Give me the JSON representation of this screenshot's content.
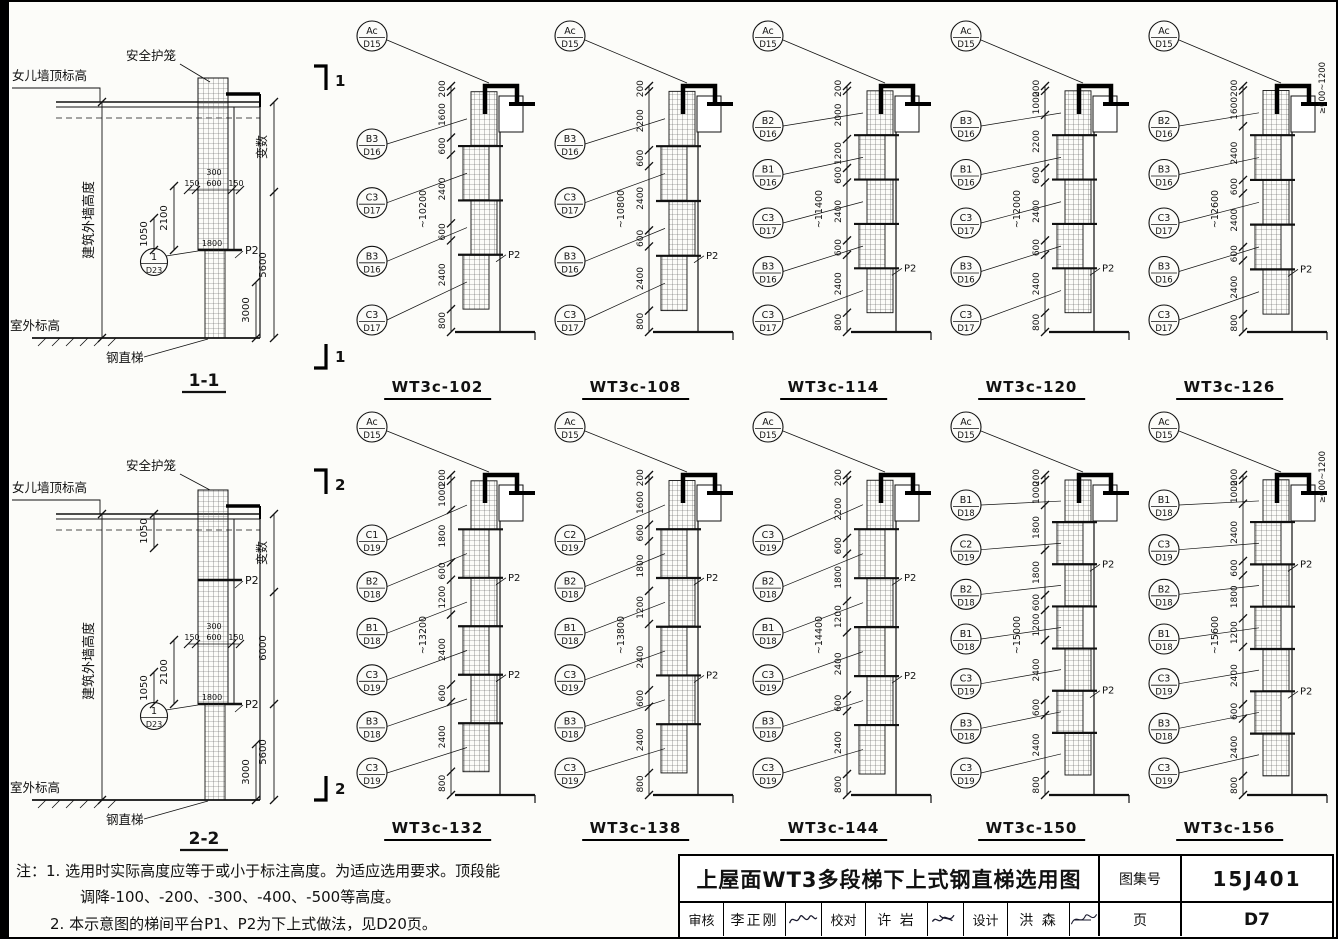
{
  "page": {
    "notes_prefix": "注：",
    "notes": [
      "1. 选用时实际高度应等于或小于标注高度。为适应选用要求。顶段能",
      "调降-100、-200、-300、-400、-500等高度。",
      "2. 本示意图的梯间平台P1、P2为下上式做法，见D20页。"
    ],
    "title_block": {
      "title": "上屋面WT3多段梯下上式钢直梯选用图",
      "atlas_label": "图集号",
      "atlas_no": "15J401",
      "page_label": "页",
      "page_no": "D7",
      "approvals": [
        {
          "role": "审核",
          "name": "李正刚"
        },
        {
          "role": "校对",
          "name": "许 岩"
        },
        {
          "role": "设计",
          "name": "洪 森"
        }
      ]
    }
  },
  "sections": [
    {
      "label": "1-1",
      "cut_number": "1",
      "texts": {
        "safety_cage": "安全护笼",
        "parapet_top": "女儿墙顶标高",
        "wall_height": "建筑外墙高度",
        "outdoor_level": "室外标高",
        "ladder": "钢直梯",
        "variable": "变数",
        "platform": "P2"
      },
      "detail_circle": {
        "num": "1",
        "sheet": "D23"
      },
      "dims": {
        "cage_top": "300",
        "side_a": "150",
        "mid": "600",
        "side_b": "150",
        "upper": "2100",
        "inner": "1050",
        "platform_width": "1800",
        "lower": "5600",
        "ground": "3000"
      }
    },
    {
      "label": "2-2",
      "cut_number": "2",
      "texts": {
        "safety_cage": "安全护笼",
        "parapet_top": "女儿墙顶标高",
        "wall_height": "建筑外墙高度",
        "outdoor_level": "室外标高",
        "ladder": "钢直梯",
        "variable": "变数",
        "platform": "P2"
      },
      "detail_circle": {
        "num": "1",
        "sheet": "D23"
      },
      "dims": {
        "parapet_offset": "1050",
        "cage_top": "300",
        "side_a": "150",
        "mid": "600",
        "side_b": "150",
        "upper": "2100",
        "inner": "1050",
        "platform_width": "1800",
        "mid_height": "6000",
        "lower": "5600",
        "ground": "3000"
      }
    }
  ],
  "diagrams": [
    {
      "model": "WT3c-102",
      "top_circle": {
        "code": "Ac",
        "sheet": "D15"
      },
      "circles": [
        {
          "code": "B3",
          "sheet": "D16"
        },
        {
          "code": "C3",
          "sheet": "D17"
        },
        {
          "code": "B3",
          "sheet": "D16"
        },
        {
          "code": "C3",
          "sheet": "D17"
        }
      ],
      "total": "~10200",
      "dims": [
        "200",
        "1600",
        "600",
        "2400",
        "600",
        "2400",
        "800"
      ],
      "p2": [
        "P2"
      ]
    },
    {
      "model": "WT3c-108",
      "top_circle": {
        "code": "Ac",
        "sheet": "D15"
      },
      "circles": [
        {
          "code": "B3",
          "sheet": "D16"
        },
        {
          "code": "C3",
          "sheet": "D17"
        },
        {
          "code": "B3",
          "sheet": "D16"
        },
        {
          "code": "C3",
          "sheet": "D17"
        }
      ],
      "total": "~10800",
      "dims": [
        "200",
        "2200",
        "600",
        "2400",
        "600",
        "2400",
        "800"
      ],
      "p2": [
        "P2"
      ]
    },
    {
      "model": "WT3c-114",
      "top_circle": {
        "code": "Ac",
        "sheet": "D15"
      },
      "circles": [
        {
          "code": "B2",
          "sheet": "D16"
        },
        {
          "code": "B1",
          "sheet": "D16"
        },
        {
          "code": "C3",
          "sheet": "D17"
        },
        {
          "code": "B3",
          "sheet": "D16"
        },
        {
          "code": "C3",
          "sheet": "D17"
        }
      ],
      "total": "~11400",
      "dims": [
        "200",
        "2000",
        "1200",
        "600",
        "2400",
        "600",
        "2400",
        "800"
      ],
      "p2": [
        "P2"
      ]
    },
    {
      "model": "WT3c-120",
      "top_circle": {
        "code": "Ac",
        "sheet": "D15"
      },
      "circles": [
        {
          "code": "B3",
          "sheet": "D16"
        },
        {
          "code": "B1",
          "sheet": "D16"
        },
        {
          "code": "C3",
          "sheet": "D17"
        },
        {
          "code": "B3",
          "sheet": "D16"
        },
        {
          "code": "C3",
          "sheet": "D17"
        }
      ],
      "total": "~12000",
      "dims": [
        "200",
        "1000",
        "2200",
        "600",
        "2400",
        "600",
        "2400",
        "800"
      ],
      "p2": [
        "P2"
      ]
    },
    {
      "model": "WT3c-126",
      "top_circle": {
        "code": "Ac",
        "sheet": "D15"
      },
      "circles": [
        {
          "code": "B2",
          "sheet": "D16"
        },
        {
          "code": "B3",
          "sheet": "D16"
        },
        {
          "code": "C3",
          "sheet": "D17"
        },
        {
          "code": "B3",
          "sheet": "D16"
        },
        {
          "code": "C3",
          "sheet": "D17"
        }
      ],
      "total": "~12600",
      "dims": [
        "200",
        "1600",
        "2400",
        "600",
        "2400",
        "600",
        "2400",
        "800"
      ],
      "p2": [
        "P2"
      ],
      "top_note": "≥600~1200"
    },
    {
      "model": "WT3c-132",
      "top_circle": {
        "code": "Ac",
        "sheet": "D15"
      },
      "circles": [
        {
          "code": "C1",
          "sheet": "D19"
        },
        {
          "code": "B2",
          "sheet": "D18"
        },
        {
          "code": "B1",
          "sheet": "D18"
        },
        {
          "code": "C3",
          "sheet": "D19"
        },
        {
          "code": "B3",
          "sheet": "D18"
        },
        {
          "code": "C3",
          "sheet": "D19"
        }
      ],
      "total": "~13200",
      "dims": [
        "200",
        "1000",
        "1800",
        "600",
        "1200",
        "2400",
        "600",
        "2400",
        "800"
      ],
      "p2": [
        "P2",
        "P2"
      ]
    },
    {
      "model": "WT3c-138",
      "top_circle": {
        "code": "Ac",
        "sheet": "D15"
      },
      "circles": [
        {
          "code": "C2",
          "sheet": "D19"
        },
        {
          "code": "B2",
          "sheet": "D18"
        },
        {
          "code": "B1",
          "sheet": "D18"
        },
        {
          "code": "C3",
          "sheet": "D19"
        },
        {
          "code": "B3",
          "sheet": "D18"
        },
        {
          "code": "C3",
          "sheet": "D19"
        }
      ],
      "total": "~13800",
      "dims": [
        "200",
        "1600",
        "600",
        "1800",
        "1200",
        "2400",
        "600",
        "2400",
        "800"
      ],
      "p2": [
        "P2",
        "P2"
      ]
    },
    {
      "model": "WT3c-144",
      "top_circle": {
        "code": "Ac",
        "sheet": "D15"
      },
      "circles": [
        {
          "code": "C3",
          "sheet": "D19"
        },
        {
          "code": "B2",
          "sheet": "D18"
        },
        {
          "code": "B1",
          "sheet": "D18"
        },
        {
          "code": "C3",
          "sheet": "D19"
        },
        {
          "code": "B3",
          "sheet": "D18"
        },
        {
          "code": "C3",
          "sheet": "D19"
        }
      ],
      "total": "~14400",
      "dims": [
        "200",
        "2200",
        "600",
        "1800",
        "1200",
        "2400",
        "600",
        "2400",
        "800"
      ],
      "p2": [
        "P2",
        "P2"
      ]
    },
    {
      "model": "WT3c-150",
      "top_circle": {
        "code": "Ac",
        "sheet": "D15"
      },
      "circles": [
        {
          "code": "B1",
          "sheet": "D18"
        },
        {
          "code": "C2",
          "sheet": "D19"
        },
        {
          "code": "B2",
          "sheet": "D18"
        },
        {
          "code": "B1",
          "sheet": "D18"
        },
        {
          "code": "C3",
          "sheet": "D19"
        },
        {
          "code": "B3",
          "sheet": "D18"
        },
        {
          "code": "C3",
          "sheet": "D19"
        }
      ],
      "total": "~15000",
      "dims": [
        "200",
        "1000",
        "1800",
        "1800",
        "600",
        "1200",
        "2400",
        "600",
        "2400",
        "800"
      ],
      "p2": [
        "P2",
        "P2"
      ]
    },
    {
      "model": "WT3c-156",
      "top_circle": {
        "code": "Ac",
        "sheet": "D15"
      },
      "circles": [
        {
          "code": "B1",
          "sheet": "D18"
        },
        {
          "code": "C3",
          "sheet": "D19"
        },
        {
          "code": "B2",
          "sheet": "D18"
        },
        {
          "code": "B1",
          "sheet": "D18"
        },
        {
          "code": "C3",
          "sheet": "D19"
        },
        {
          "code": "B3",
          "sheet": "D18"
        },
        {
          "code": "C3",
          "sheet": "D19"
        }
      ],
      "total": "~15600",
      "dims": [
        "200",
        "1000",
        "2400",
        "600",
        "1800",
        "1200",
        "2400",
        "600",
        "2400",
        "800"
      ],
      "p2": [
        "P2",
        "P2"
      ],
      "top_note": "≥600~1200"
    }
  ]
}
